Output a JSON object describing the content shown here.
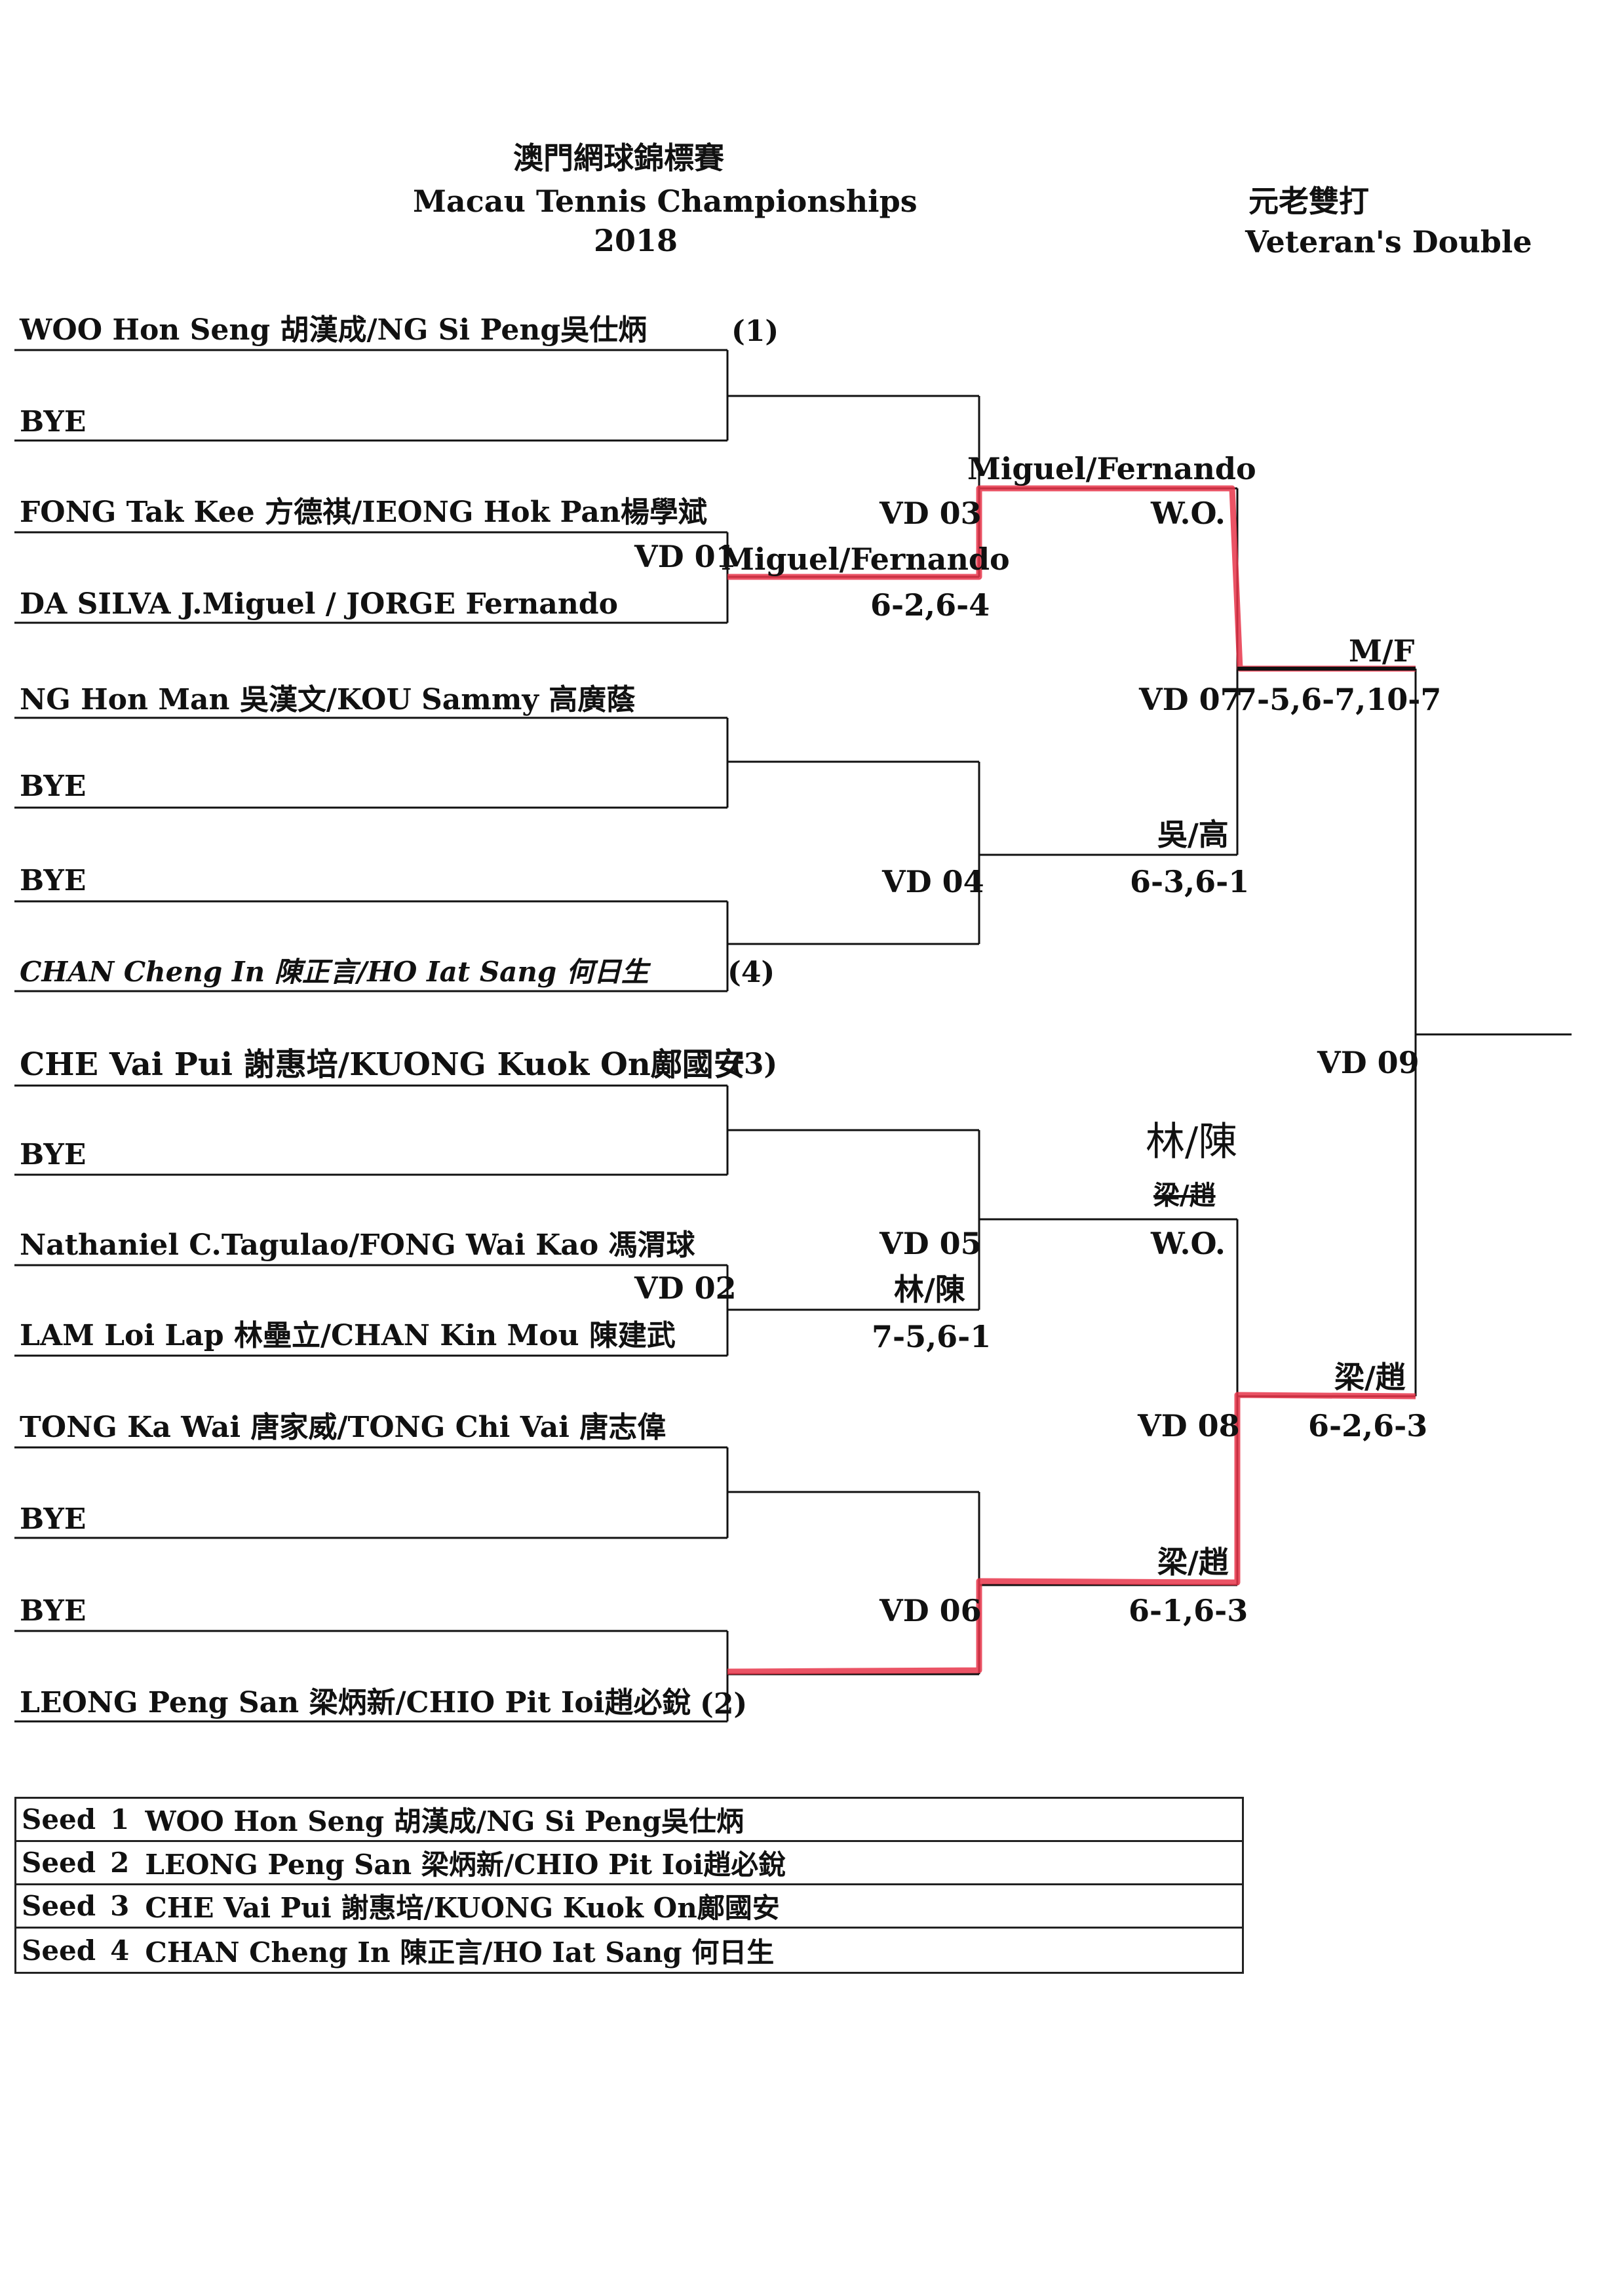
{
  "header": {
    "title_zh": "澳門網球錦標賽",
    "title_en": "Macau Tennis Championships",
    "year": "2018",
    "event_zh": "元老雙打",
    "event_en": "Veteran's Double"
  },
  "players": [
    {
      "name": "WOO Hon Seng 胡漢成/NG Si Peng吳仕炳",
      "seed": "(1)"
    },
    {
      "name": "BYE"
    },
    {
      "name": "FONG Tak Kee 方德祺/IEONG Hok Pan楊學斌"
    },
    {
      "name": "DA SILVA J.Miguel / JORGE Fernando"
    },
    {
      "name": "NG Hon Man 吳漢文/KOU Sammy 高廣蔭"
    },
    {
      "name": "BYE"
    },
    {
      "name": "BYE"
    },
    {
      "name": "CHAN Cheng In 陳正言/HO Iat Sang 何日生",
      "seed": "(4)"
    },
    {
      "name": "CHE Vai Pui 謝惠培/KUONG Kuok On鄺國安",
      "seed": "(3)"
    },
    {
      "name": "BYE"
    },
    {
      "name": "Nathaniel C.Tagulao/FONG Wai Kao 馮渭球"
    },
    {
      "name": "LAM Loi Lap 林壘立/CHAN Kin Mou 陳建武"
    },
    {
      "name": "TONG Ka Wai 唐家威/TONG Chi Vai 唐志偉"
    },
    {
      "name": "BYE"
    },
    {
      "name": "BYE"
    },
    {
      "name": "LEONG Peng San 梁炳新/CHIO Pit Ioi趙必銳",
      "seed": "(2)"
    }
  ],
  "round1": [
    {
      "match": "VD 01",
      "winner": "Miguel/Fernando",
      "score": "6-2,6-4"
    },
    {
      "match": "VD 02",
      "winner": "林/陳",
      "score": "7-5,6-1"
    }
  ],
  "round2": [
    {
      "match": "VD 03",
      "winner": "Miguel/Fernando",
      "score": "W.O."
    },
    {
      "match": "VD 04",
      "winner": "吳/高",
      "score": "6-3,6-1"
    },
    {
      "match": "VD 05",
      "winner": "林/陳",
      "score": "W.O.",
      "struck": "梁/趙"
    },
    {
      "match": "VD 06",
      "winner": "梁/趙",
      "score": "6-1,6-3"
    }
  ],
  "semis": [
    {
      "match": "VD 07",
      "winner": "M/F",
      "score": "7-5,6-7,10-7"
    },
    {
      "match": "VD 08",
      "winner": "梁/趙",
      "score": "6-2,6-3"
    }
  ],
  "final": {
    "match": "VD 09"
  },
  "seeds": [
    {
      "label": "Seed",
      "num": "1",
      "name": "WOO Hon Seng 胡漢成/NG Si Peng吳仕炳"
    },
    {
      "label": "Seed",
      "num": "2",
      "name": "LEONG Peng San 梁炳新/CHIO Pit Ioi趙必銳"
    },
    {
      "label": "Seed",
      "num": "3",
      "name": "CHE Vai Pui 謝惠培/KUONG Kuok On鄺國安"
    },
    {
      "label": "Seed",
      "num": "4",
      "name": "CHAN Cheng In 陳正言/HO Iat Sang 何日生"
    }
  ],
  "colors": {
    "ink": "#111111",
    "highlight": "#e8354a"
  }
}
